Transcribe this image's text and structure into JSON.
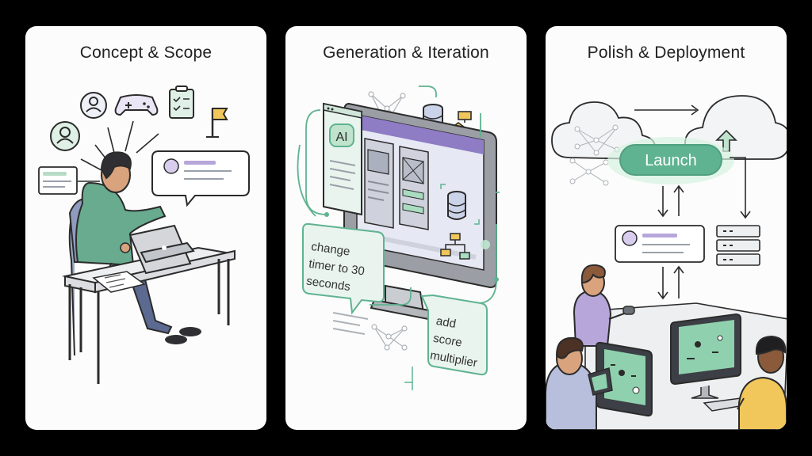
{
  "panels": [
    {
      "title": "Concept & Scope"
    },
    {
      "title": "Generation & Iteration",
      "ai_badge": "AI",
      "prompt_1": "change timer to 30 seconds",
      "prompt_2": "add score multiplier"
    },
    {
      "title": "Polish & Deployment",
      "launch_label": "Launch"
    }
  ],
  "colors": {
    "accent": "#5fb391",
    "ink": "#2b2b2b",
    "purple": "#b7a6da",
    "green_fill": "#dff0e6",
    "skin": "#d9a37e"
  }
}
